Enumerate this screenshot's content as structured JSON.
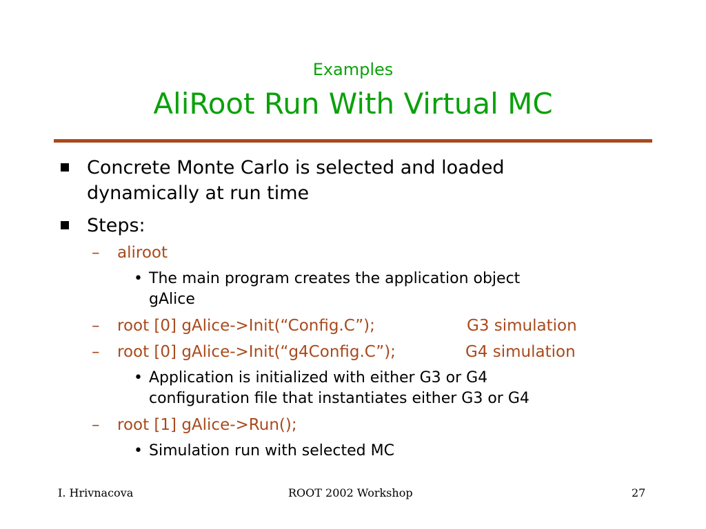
{
  "title": {
    "subtitle": "Examples",
    "main": "AliRoot Run With Virtual MC"
  },
  "bullets": [
    {
      "lines": [
        "Concrete Monte Carlo is selected and loaded",
        "dynamically at run time"
      ]
    },
    {
      "lines": [
        "Steps:"
      ]
    }
  ],
  "steps": [
    {
      "text": "aliroot",
      "sim": ""
    },
    {
      "text": "root [0]  gAlice->Init(“Config.C”);",
      "sim": "G3 simulation"
    },
    {
      "text": "root [0]  gAlice->Init(“g4Config.C”);",
      "sim": "G4 simulation"
    },
    {
      "text": "root [1]  gAlice->Run();",
      "sim": ""
    }
  ],
  "notes": [
    {
      "lines": [
        "The main program creates the application object",
        "gAlice"
      ]
    },
    {
      "lines": [
        "Application is initialized with either G3 or G4",
        "configuration file that instantiates either G3 or G4"
      ]
    },
    {
      "lines": [
        "Simulation run with selected MC"
      ]
    }
  ],
  "symbols": {
    "dash": "–",
    "dot": "•"
  },
  "footer": {
    "author": "I. Hrivnacova",
    "event": "ROOT 2002  Workshop",
    "page": "27"
  },
  "colors": {
    "title": "#0ba10b",
    "rule": "#a84a1c",
    "steps": "#a84a1c",
    "body": "#000000"
  }
}
